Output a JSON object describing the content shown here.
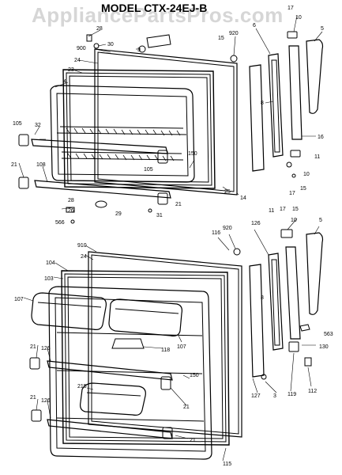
{
  "watermark": "AppliancePartsPros.com",
  "title": "MODEL CTX-24EJ-B",
  "freezer_door_callouts": {
    "c1": "28",
    "c2": "30",
    "c3": "900",
    "c4": "3",
    "c5": "24",
    "c6": "23",
    "c7": "4",
    "c8": "105",
    "c9": "32",
    "c10": "21",
    "c11": "108",
    "c12": "28",
    "c13": "26",
    "c14": "566",
    "c15": "29",
    "c16": "31",
    "c17": "21",
    "c18": "150",
    "c19": "105",
    "c20": "25",
    "c21": "14",
    "c22": "920",
    "c23": "15",
    "c24": "6",
    "c25": "8",
    "c26": "17",
    "c27": "10",
    "c28": "5",
    "c29": "16",
    "c30": "11",
    "c31": "10",
    "c32": "17",
    "c33": "15"
  },
  "fresh_food_door_callouts": {
    "c1": "910",
    "c2": "24",
    "c3": "104",
    "c4": "103",
    "c5": "107",
    "c6": "21",
    "c7": "126",
    "c8": "21",
    "c9": "126",
    "c10": "215",
    "c11": "118",
    "c12": "107",
    "c13": "150",
    "c14": "21",
    "c15": "21",
    "c16": "115",
    "c17": "920",
    "c18": "116",
    "c19": "126",
    "c20": "8",
    "c21": "127",
    "c22": "3",
    "c23": "119",
    "c24": "11",
    "c25": "17",
    "c26": "15",
    "c27": "10",
    "c28": "5",
    "c29": "563",
    "c30": "130",
    "c31": "112"
  }
}
